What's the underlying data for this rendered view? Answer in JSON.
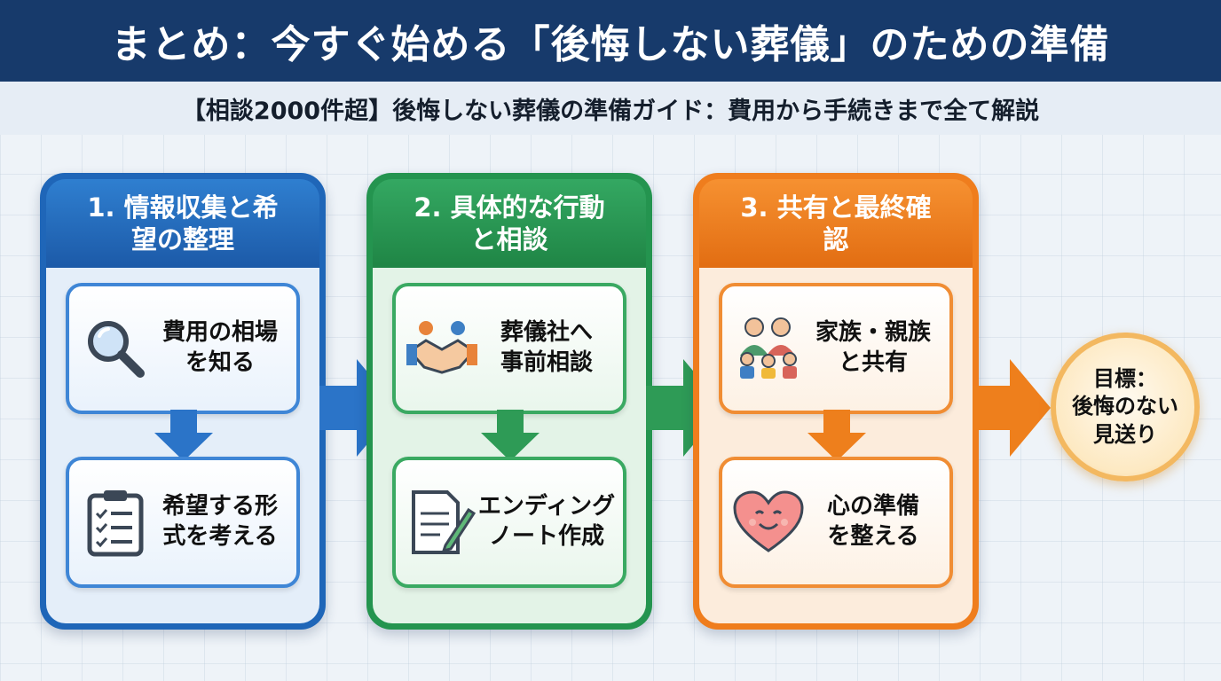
{
  "title": "まとめ：今すぐ始める「後悔しない葬儀」のための準備",
  "subtitle": "【相談2000件超】後悔しない葬儀の準備ガイド：費用から手続きまで全て解説",
  "stages": [
    {
      "header": "1. 情報収集と希望の整理",
      "color": "#1f66b8",
      "steps": [
        {
          "label": "費用の相場\nを知る",
          "icon": "magnifier-icon"
        },
        {
          "label": "希望する形\n式を考える",
          "icon": "checklist-clipboard-icon"
        }
      ]
    },
    {
      "header": "2. 具体的な行動と相談",
      "color": "#24944f",
      "steps": [
        {
          "label": "葬儀社へ\n事前相談",
          "icon": "handshake-icon"
        },
        {
          "label": "エンディング\nノート作成",
          "icon": "notebook-pen-icon"
        }
      ]
    },
    {
      "header": "3. 共有と最終確認",
      "color": "#ef7d1d",
      "steps": [
        {
          "label": "家族・親族\nと共有",
          "icon": "family-icon"
        },
        {
          "label": "心の準備\nを整える",
          "icon": "smiling-heart-icon"
        }
      ]
    }
  ],
  "goal": {
    "label": "目標：\n後悔のない\n見送り"
  }
}
